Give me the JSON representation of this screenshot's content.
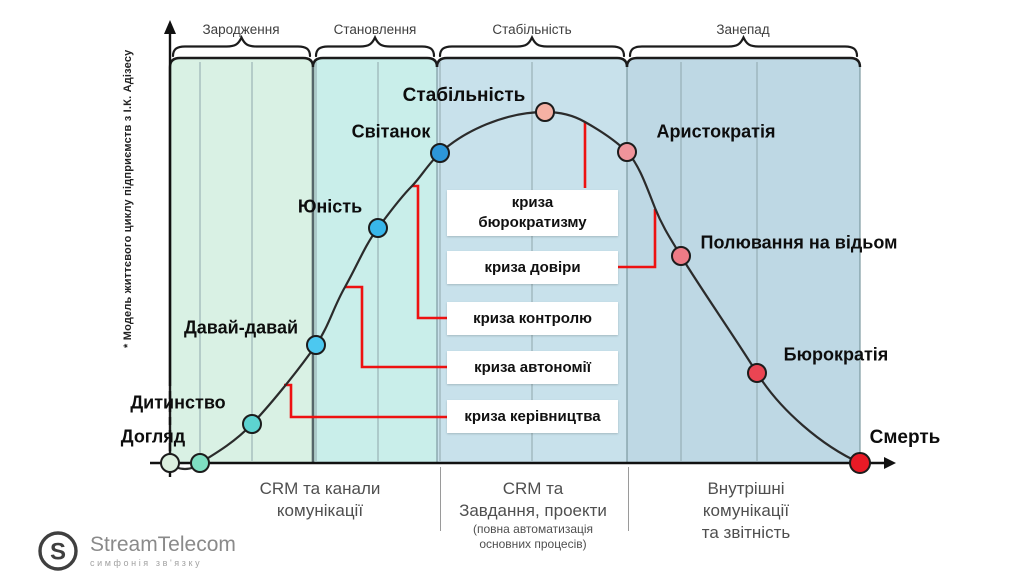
{
  "title_note": "* Модель життєвого циклу підприємств з І.К. Адізесу",
  "phases": [
    {
      "label": "Зародження"
    },
    {
      "label": "Становлення"
    },
    {
      "label": "Стабільність"
    },
    {
      "label": "Занепад"
    }
  ],
  "bands": [
    {
      "color": "#d9f1e4"
    },
    {
      "color": "#c9eeea"
    },
    {
      "color": "#c8e1eb"
    },
    {
      "color": "#bed8e4"
    }
  ],
  "stages": [
    {
      "label": "Догляд",
      "color": "#dbefdf"
    },
    {
      "label": "",
      "color": "#7edec2"
    },
    {
      "label": "Дитинство",
      "color": "#5dd3d1"
    },
    {
      "label": "Давай-давай",
      "color": "#4cc8f0"
    },
    {
      "label": "Юність",
      "color": "#38b6ea"
    },
    {
      "label": "Світанок",
      "color": "#2d96d8"
    },
    {
      "label": "Стабільність",
      "color": "#f5b1a4"
    },
    {
      "label": "Аристократія",
      "color": "#f0949b"
    },
    {
      "label": "Полювання на відьом",
      "color": "#ee7b86"
    },
    {
      "label": "Бюрократія",
      "color": "#ea4553"
    },
    {
      "label": "Смерть",
      "color": "#e81a26"
    }
  ],
  "crises": [
    {
      "label": "криза бюрократизму"
    },
    {
      "label": "криза довіри"
    },
    {
      "label": "криза контролю"
    },
    {
      "label": "криза автономії"
    },
    {
      "label": "криза керівництва"
    }
  ],
  "colors": {
    "connector": "#ee1111",
    "curve": "#2b2b2b",
    "axis": "#111111",
    "gridline": "#8fa6ab"
  },
  "bottom": {
    "sections": [
      {
        "lines": [
          "CRM та канали",
          "комунікації"
        ]
      },
      {
        "lines": [
          "CRM та",
          "Завдання, проекти"
        ],
        "note": [
          "(повна автоматизація",
          "основних процесів)"
        ]
      },
      {
        "lines": [
          "Внутрішні",
          "комунікації",
          "та звітність"
        ]
      }
    ]
  },
  "logo": {
    "name": "StreamTelecom",
    "tagline": "симфонія зв'язку",
    "monogram": "S"
  }
}
